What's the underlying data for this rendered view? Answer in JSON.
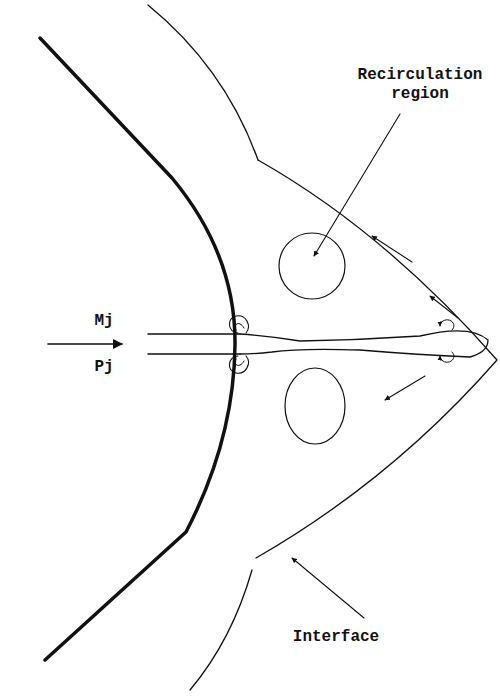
{
  "diagram": {
    "labels": [
      "Recirculation region",
      "Mj",
      "Pj",
      "Interface"
    ]
  }
}
